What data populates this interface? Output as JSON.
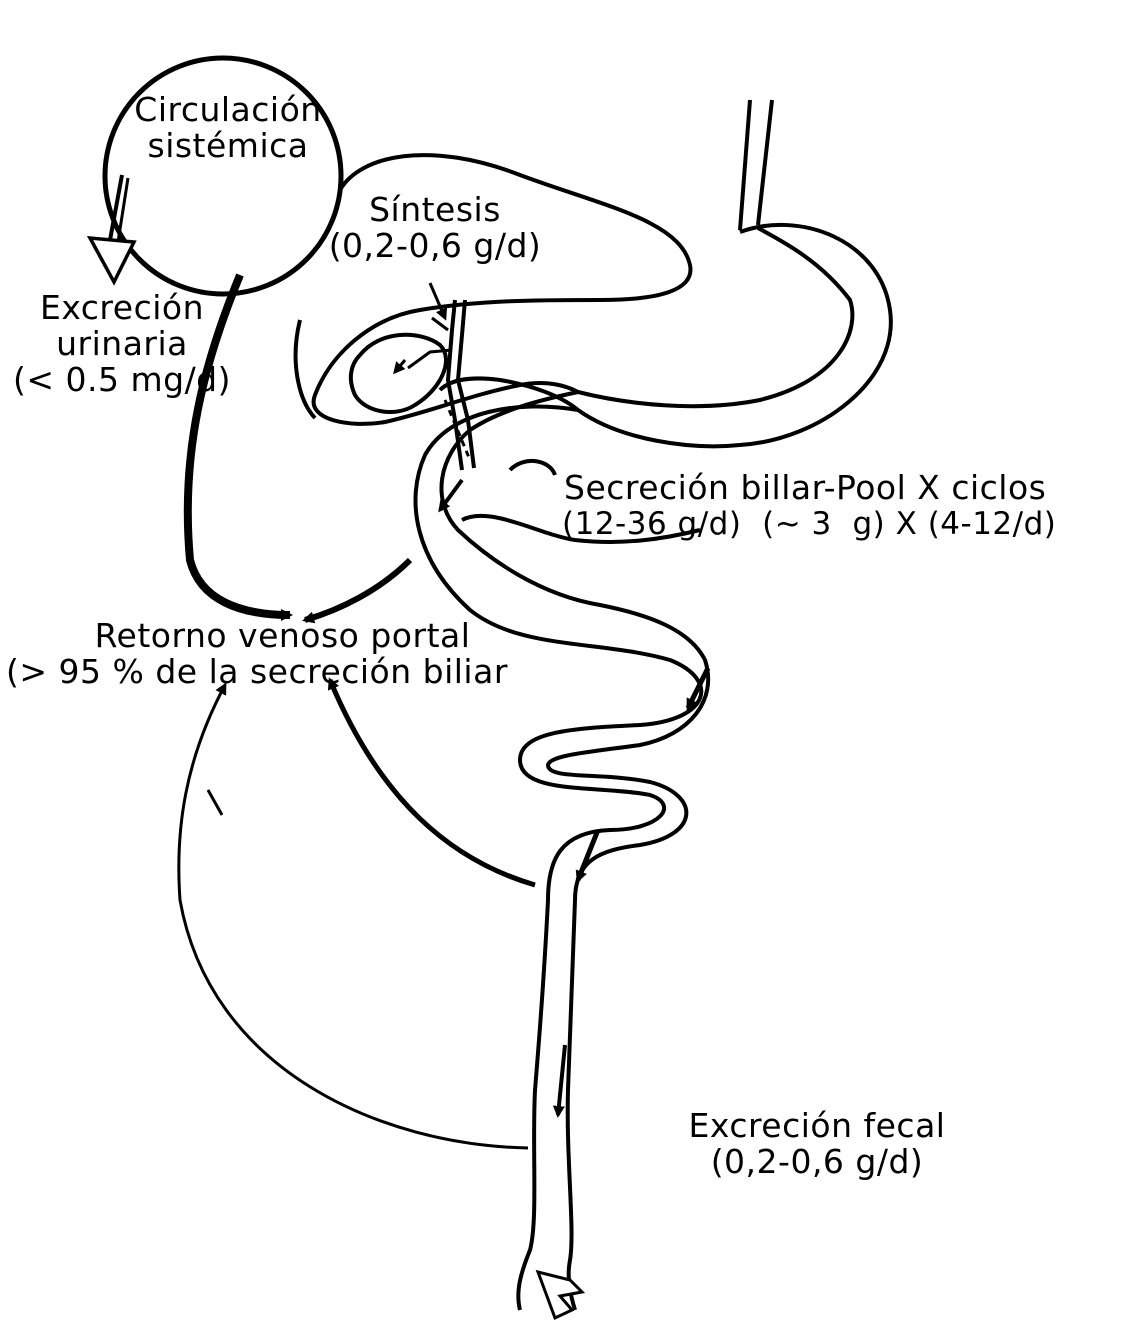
{
  "labels": {
    "circulacion": {
      "line1": "Circulación",
      "line2": "sistémica"
    },
    "sintesis": {
      "line1": "Síntesis",
      "line2": "(0,2-0,6 g/d)"
    },
    "excrecion_urinaria": {
      "line1": "Excreción",
      "line2": "urinaria",
      "line3": "(< 0.5 mg/d)"
    },
    "secrecion_biliar": {
      "line1": "Secreción billar-Pool X ciclos",
      "line2": "(12-36 g/d)  (~ 3  g) X (4-12/d)"
    },
    "retorno_portal": {
      "line1": "Retorno venoso portal",
      "line2": "(> 95 % de la secreción biliar"
    },
    "excrecion_fecal": {
      "line1": "Excreción fecal",
      "line2": "(0,2-0,6 g/d)"
    }
  },
  "colors": {
    "ink": "#000000",
    "paper": "#ffffff"
  }
}
